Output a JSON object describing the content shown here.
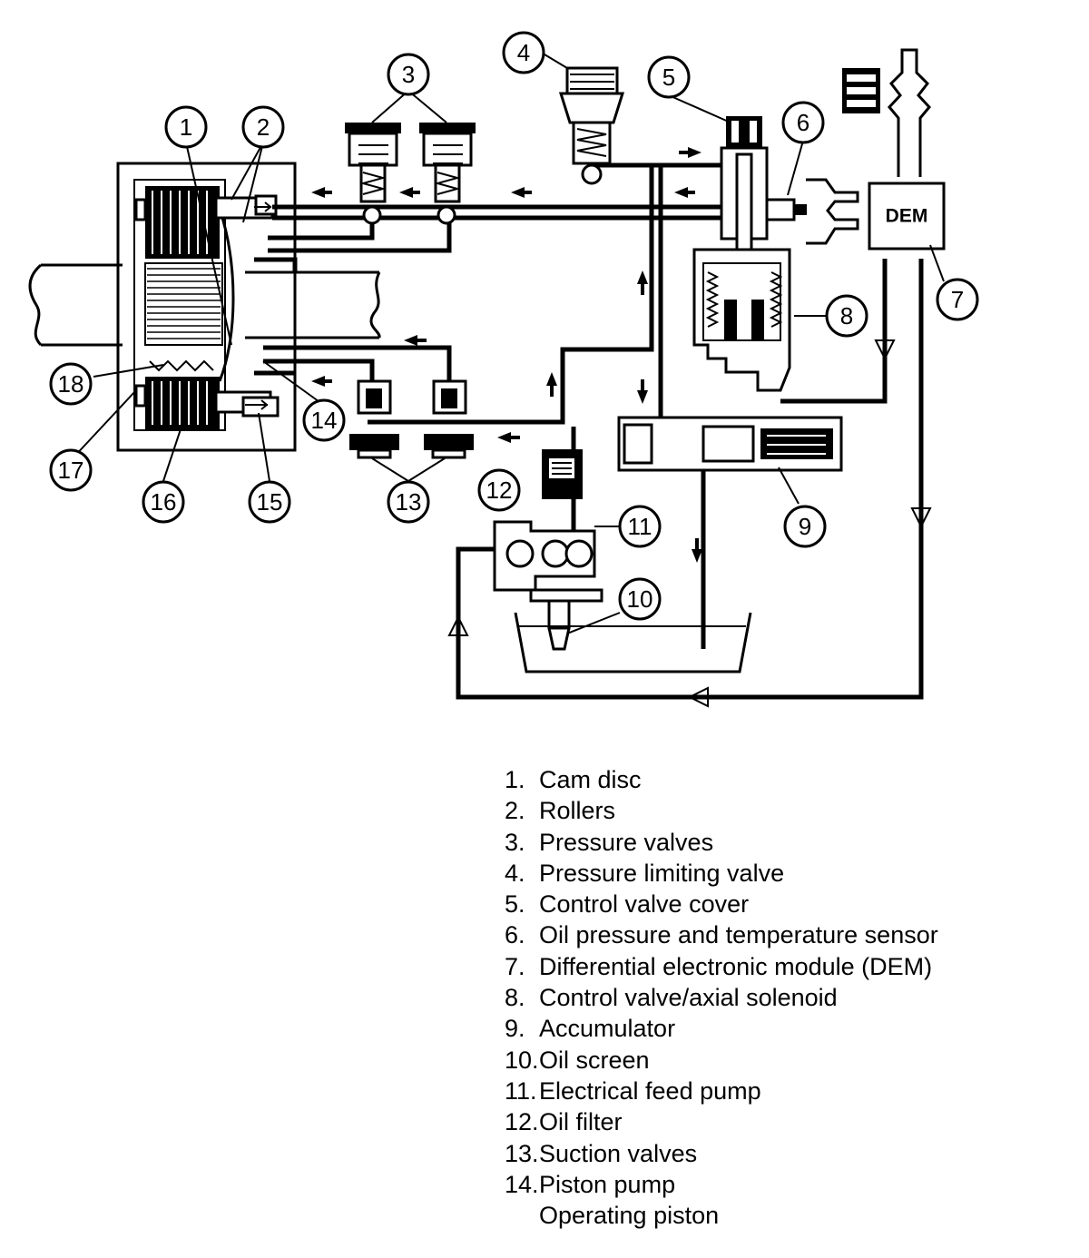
{
  "diagram": {
    "module_label": "DEM",
    "callouts": [
      "1",
      "2",
      "3",
      "4",
      "5",
      "6",
      "7",
      "8",
      "9",
      "10",
      "11",
      "12",
      "13",
      "14",
      "15",
      "16",
      "17",
      "18"
    ]
  },
  "legend": [
    {
      "num": "1.",
      "text": "Cam disc"
    },
    {
      "num": "2.",
      "text": "Rollers"
    },
    {
      "num": "3.",
      "text": "Pressure valves"
    },
    {
      "num": "4.",
      "text": "Pressure limiting valve"
    },
    {
      "num": "5.",
      "text": "Control valve cover"
    },
    {
      "num": "6.",
      "text": "Oil pressure and temperature sensor"
    },
    {
      "num": "7.",
      "text": "Differential electronic module (DEM)"
    },
    {
      "num": "8.",
      "text": "Control valve/axial solenoid"
    },
    {
      "num": "9.",
      "text": "Accumulator"
    },
    {
      "num": "10.",
      "text": "Oil screen"
    },
    {
      "num": "11.",
      "text": "Electrical feed pump"
    },
    {
      "num": "12.",
      "text": "Oil filter"
    },
    {
      "num": "13.",
      "text": "Suction valves"
    },
    {
      "num": "14.",
      "text": "Piston pump"
    },
    {
      "num": "",
      "text": "Operating piston"
    }
  ]
}
